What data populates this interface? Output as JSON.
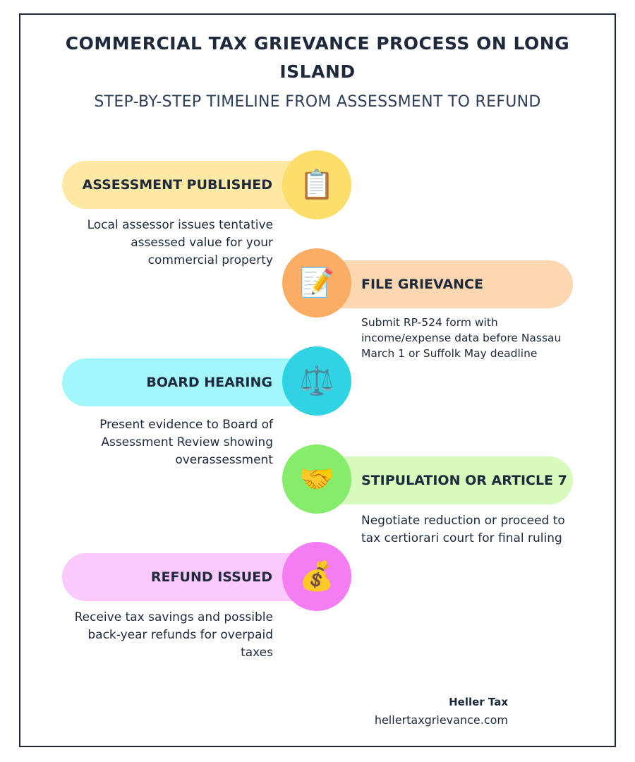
{
  "header": {
    "title": "COMMERCIAL TAX GRIEVANCE PROCESS ON LONG ISLAND",
    "subtitle": "STEP-BY-STEP TIMELINE FROM ASSESSMENT TO REFUND"
  },
  "steps": [
    {
      "label": "ASSESSMENT PUBLISHED",
      "description": "Local assessor issues tentative assessed value for your commercial property",
      "icon": "clipboard-icon",
      "glyph": "📋",
      "pill_color": "#fde9a4",
      "circle_color": "#fdde6b",
      "side": "left"
    },
    {
      "label": "FILE GRIEVANCE",
      "description": "Submit RP-524 form with income/expense data before Nassau March 1 or Suffolk May deadline",
      "icon": "memo-pencil-icon",
      "glyph": "📝",
      "pill_color": "#fdd7b2",
      "circle_color": "#fbae63",
      "side": "right"
    },
    {
      "label": "BOARD HEARING",
      "description": "Present evidence to Board of Assessment Review showing overassessment",
      "icon": "scales-icon",
      "glyph": "⚖️",
      "pill_color": "#a3f6fc",
      "circle_color": "#2fd3e4",
      "side": "left"
    },
    {
      "label": "STIPULATION OR ARTICLE 7",
      "description": "Negotiate reduction or proceed to tax certiorari court for final ruling",
      "icon": "handshake-icon",
      "glyph": "🤝",
      "pill_color": "#d6fbbc",
      "circle_color": "#86ec6c",
      "side": "right"
    },
    {
      "label": "REFUND ISSUED",
      "description": "Receive tax savings and possible back-year refunds for overpaid taxes",
      "icon": "money-bag-icon",
      "glyph": "💰",
      "pill_color": "#fbc9fb",
      "circle_color": "#f57df3",
      "side": "left"
    }
  ],
  "footer": {
    "brand": "Heller Tax",
    "url": "hellertaxgrievance.com"
  }
}
